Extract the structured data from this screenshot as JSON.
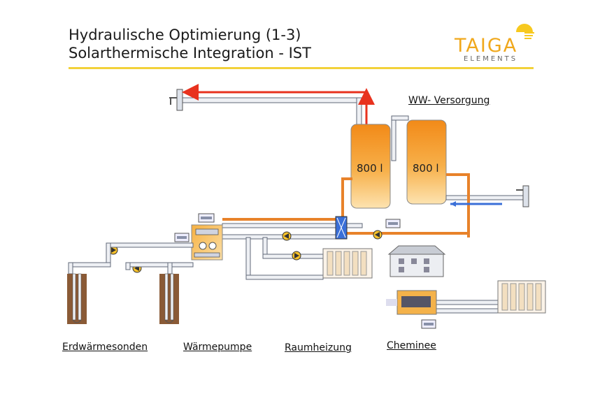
{
  "header": {
    "title_line1": "Hydraulische Optimierung (1-3)",
    "title_line2": "Solarthermische Integration - IST"
  },
  "logo": {
    "word": "TAIGA",
    "sub": "ELEMENTS"
  },
  "labels": {
    "ww_versorgung": "WW- Versorgung",
    "erdwaermesonden": "Erdwärmesonden",
    "waermepumpe": "Wärmepumpe",
    "raumheizung": "Raumheizung",
    "cheminee": "Cheminee"
  },
  "tanks": [
    {
      "label": "800 l"
    },
    {
      "label": "800 l"
    }
  ],
  "colors": {
    "accent_yellow": "#f2d23a",
    "logo_orange": "#f0a81c",
    "hot_line": "#e8321e",
    "cold_arrow": "#3a6fd8",
    "pipe_orange": "#e8822a",
    "tank_orange": "#f4a22c"
  }
}
